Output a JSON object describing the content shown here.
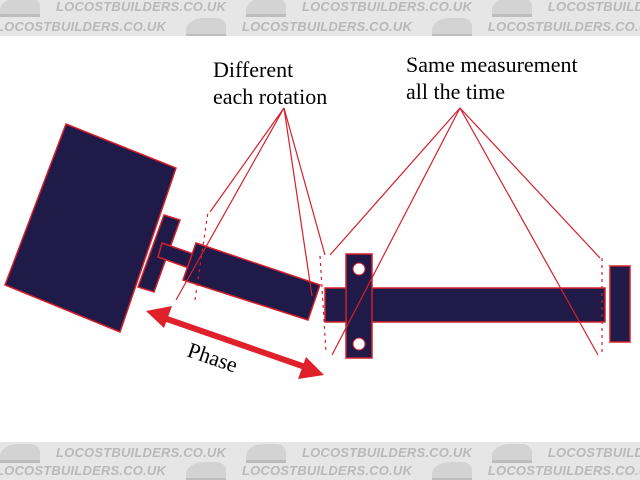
{
  "watermark": {
    "text": "LOCOSTBUILDERS.CO.UK"
  },
  "labels": {
    "different_line1": "Different",
    "different_line2": "each rotation",
    "same_line1": "Same measurement",
    "same_line2": "all the time",
    "phase": "Phase"
  },
  "colors": {
    "shape_fill": "#1f1a47",
    "outline": "#d4202c",
    "arrow": "#e0202a",
    "background": "#ffffff",
    "watermark_band": "#e6e6e6"
  }
}
